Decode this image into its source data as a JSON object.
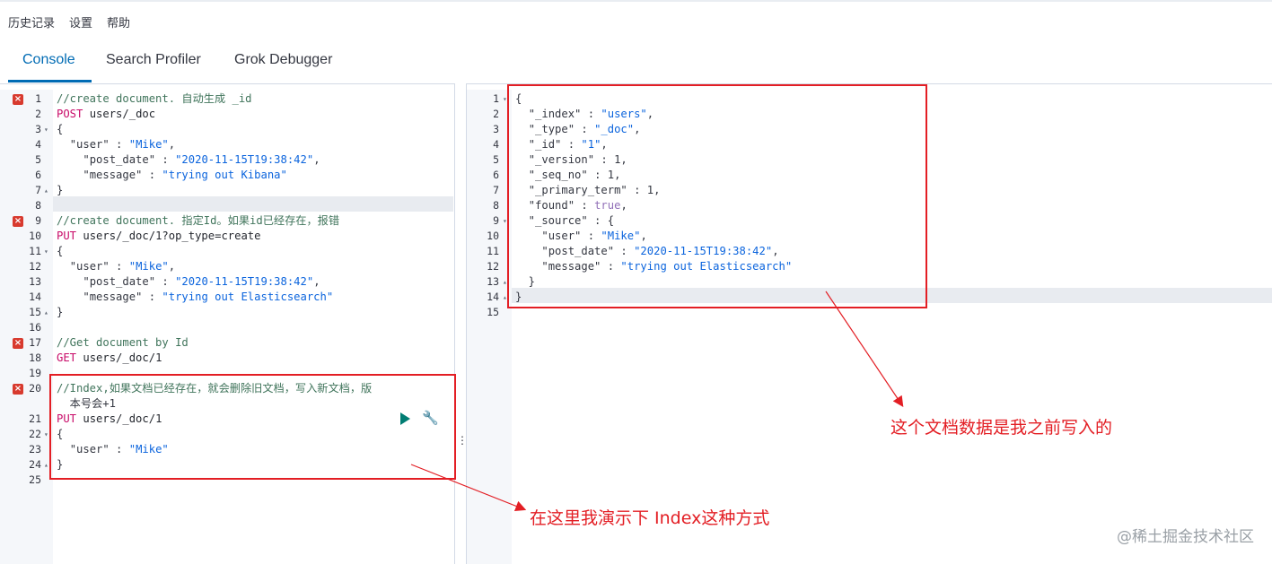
{
  "top_menu": [
    "历史记录",
    "设置",
    "帮助"
  ],
  "tabs": [
    "Console",
    "Search Profiler",
    "Grok Debugger"
  ],
  "active_tab": "Console",
  "request_lines": [
    {
      "n": "1",
      "err": true,
      "fold": "",
      "text": "//create document. 自动生成 _id"
    },
    {
      "n": "2",
      "err": false,
      "fold": "",
      "text": "POST users/_doc"
    },
    {
      "n": "3",
      "err": false,
      "fold": "▾",
      "text": "{"
    },
    {
      "n": "4",
      "err": false,
      "fold": "",
      "text": "  \"user\" : \"Mike\","
    },
    {
      "n": "5",
      "err": false,
      "fold": "",
      "text": "    \"post_date\" : \"2020-11-15T19:38:42\","
    },
    {
      "n": "6",
      "err": false,
      "fold": "",
      "text": "    \"message\" : \"trying out Kibana\""
    },
    {
      "n": "7",
      "err": false,
      "fold": "▴",
      "text": "}"
    },
    {
      "n": "8",
      "err": false,
      "fold": "",
      "text": ""
    },
    {
      "n": "9",
      "err": true,
      "fold": "",
      "text": "//create document. 指定Id。如果id已经存在，报错"
    },
    {
      "n": "10",
      "err": false,
      "fold": "",
      "text": "PUT users/_doc/1?op_type=create"
    },
    {
      "n": "11",
      "err": false,
      "fold": "▾",
      "text": "{"
    },
    {
      "n": "12",
      "err": false,
      "fold": "",
      "text": "  \"user\" : \"Mike\","
    },
    {
      "n": "13",
      "err": false,
      "fold": "",
      "text": "    \"post_date\" : \"2020-11-15T19:38:42\","
    },
    {
      "n": "14",
      "err": false,
      "fold": "",
      "text": "    \"message\" : \"trying out Elasticsearch\""
    },
    {
      "n": "15",
      "err": false,
      "fold": "▴",
      "text": "}"
    },
    {
      "n": "16",
      "err": false,
      "fold": "",
      "text": ""
    },
    {
      "n": "17",
      "err": true,
      "fold": "",
      "text": "//Get document by Id"
    },
    {
      "n": "18",
      "err": false,
      "fold": "",
      "text": "GET users/_doc/1"
    },
    {
      "n": "19",
      "err": false,
      "fold": "",
      "text": ""
    },
    {
      "n": "20",
      "err": true,
      "fold": "",
      "text": "//Index,如果文档已经存在，就会删除旧文档，写入新文档，版"
    },
    {
      "n": "",
      "err": false,
      "fold": "",
      "text": "  本号会+1"
    },
    {
      "n": "21",
      "err": false,
      "fold": "",
      "text": "PUT users/_doc/1"
    },
    {
      "n": "22",
      "err": false,
      "fold": "▾",
      "text": "{"
    },
    {
      "n": "23",
      "err": false,
      "fold": "",
      "text": "  \"user\" : \"Mike\""
    },
    {
      "n": "24",
      "err": false,
      "fold": "▴",
      "text": "}"
    },
    {
      "n": "25",
      "err": false,
      "fold": "",
      "text": ""
    }
  ],
  "response_lines": [
    {
      "n": "1",
      "fold": "▾",
      "text": "{"
    },
    {
      "n": "2",
      "fold": "",
      "text": "  \"_index\" : \"users\","
    },
    {
      "n": "3",
      "fold": "",
      "text": "  \"_type\" : \"_doc\","
    },
    {
      "n": "4",
      "fold": "",
      "text": "  \"_id\" : \"1\","
    },
    {
      "n": "5",
      "fold": "",
      "text": "  \"_version\" : 1,"
    },
    {
      "n": "6",
      "fold": "",
      "text": "  \"_seq_no\" : 1,"
    },
    {
      "n": "7",
      "fold": "",
      "text": "  \"_primary_term\" : 1,"
    },
    {
      "n": "8",
      "fold": "",
      "text": "  \"found\" : true,"
    },
    {
      "n": "9",
      "fold": "▾",
      "text": "  \"_source\" : {"
    },
    {
      "n": "10",
      "fold": "",
      "text": "    \"user\" : \"Mike\","
    },
    {
      "n": "11",
      "fold": "",
      "text": "    \"post_date\" : \"2020-11-15T19:38:42\","
    },
    {
      "n": "12",
      "fold": "",
      "text": "    \"message\" : \"trying out Elasticsearch\""
    },
    {
      "n": "13",
      "fold": "▴",
      "text": "  }"
    },
    {
      "n": "14",
      "fold": "▴",
      "text": "}"
    },
    {
      "n": "15",
      "fold": "",
      "text": ""
    }
  ],
  "annotations": {
    "right": "这个文档数据是我之前写入的",
    "bottom": "在这里我演示下 Index这种方式"
  },
  "watermark": "@稀土掘金技术社区",
  "icons": {
    "run": "play-icon",
    "settings": "wrench-icon",
    "error": "error-icon"
  },
  "colors": {
    "accent": "#006bb4",
    "annotation": "#e31e24",
    "run": "#017d73"
  }
}
